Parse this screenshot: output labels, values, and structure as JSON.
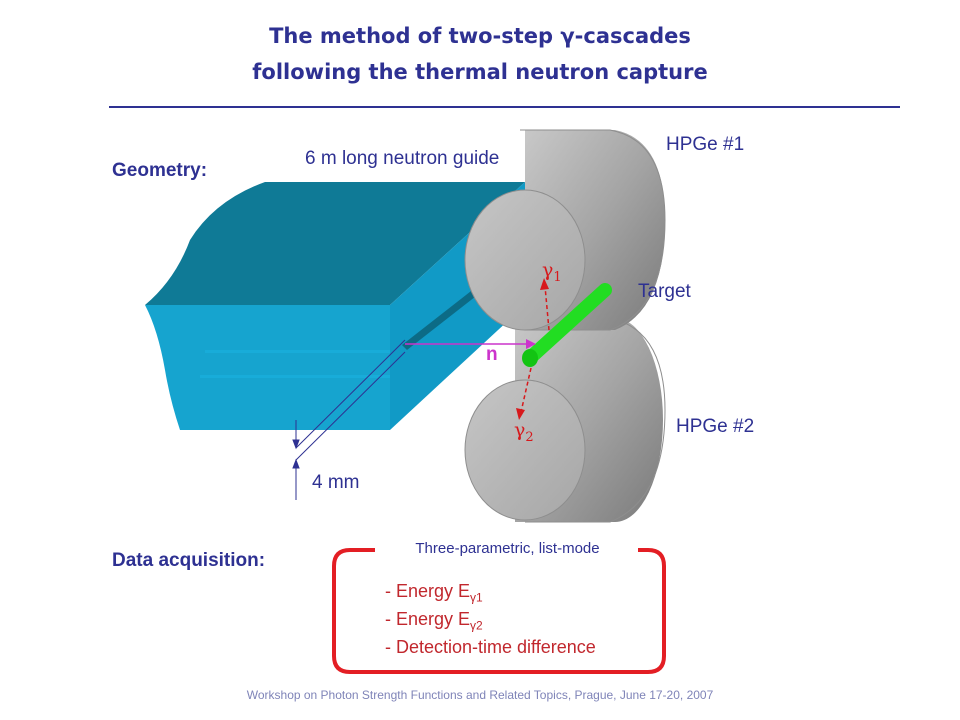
{
  "title": {
    "line1": "The method of two-step γ-cascades",
    "line2": "following the thermal neutron capture"
  },
  "geometry": {
    "heading": "Geometry:",
    "guide_label": "6 m long neutron guide",
    "detector1_label": "HPGe #1",
    "detector2_label": "HPGe #2",
    "target_label": "Target",
    "neutron_label": "n",
    "gamma1_label": "γ",
    "gamma1_sub": "1",
    "gamma2_label": "γ",
    "gamma2_sub": "2",
    "dimension_label": "4 mm"
  },
  "acquisition": {
    "heading": "Data acquisition:",
    "box_title": "Three-parametric, list-mode",
    "items": [
      {
        "prefix": "- Energy E",
        "sub": "γ1"
      },
      {
        "prefix": "- Energy E",
        "sub": "γ2"
      },
      {
        "prefix": "- Detection-time difference",
        "sub": ""
      }
    ]
  },
  "footer": "Workshop on Photon Strength Functions and Related Topics, Prague,  June 17-20,  2007",
  "colors": {
    "title": "#2e3192",
    "guide_top": "#0f7a96",
    "guide_side": "#16a4cf",
    "detector": "#a9a9a9",
    "target": "#22dd22",
    "neutron": "#cc33cc",
    "gamma": "#d7191c",
    "box": "#e31e24"
  }
}
